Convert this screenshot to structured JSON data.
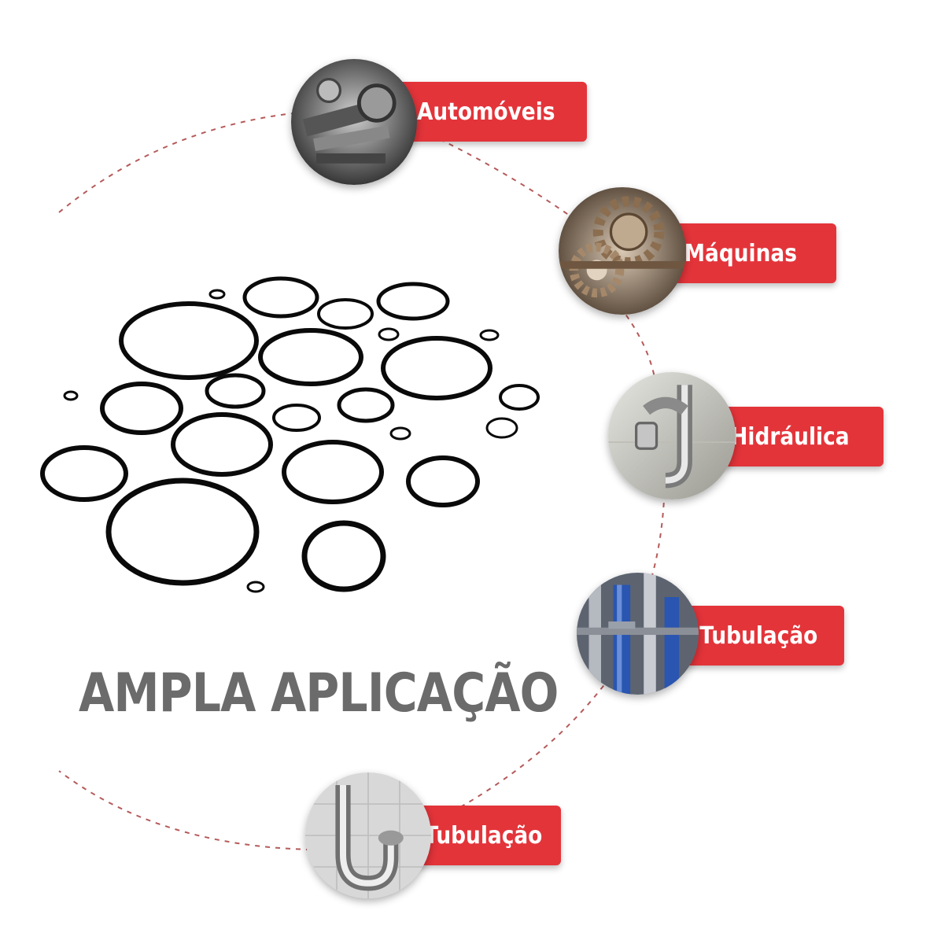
{
  "headline": "AMPLA APLICAÇÃO",
  "colors": {
    "accent": "#e3343a",
    "headline": "#6b6b6b",
    "ring": "#0a0a0a",
    "dashed_arc": "#b55a5a"
  },
  "applications": [
    {
      "label": "Automóveis",
      "icon": "engine-icon"
    },
    {
      "label": "Máquinas",
      "icon": "gears-icon"
    },
    {
      "label": "Hidráulica",
      "icon": "faucet-icon"
    },
    {
      "label": "Tubulação",
      "icon": "industrial-pipes-icon"
    },
    {
      "label": "Tubulação",
      "icon": "sink-trap-icon"
    }
  ]
}
